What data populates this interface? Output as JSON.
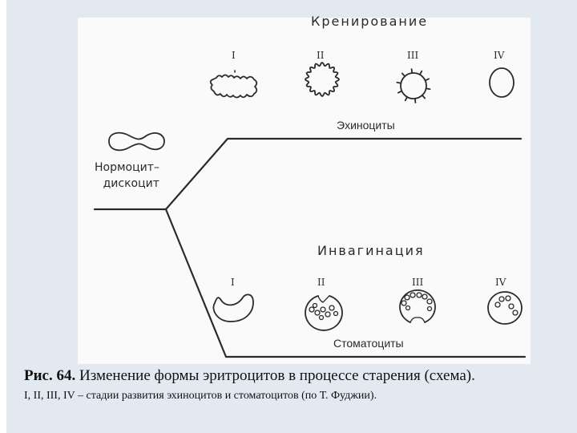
{
  "diagram": {
    "crenation_title": "Кренирование",
    "invagination_title": "Инвагинация",
    "echinocytes_label": "Эхиноциты",
    "stomatocytes_label": "Стоматоциты",
    "normocyte_line1": "Нормоцит–",
    "normocyte_line2": "дискоцит",
    "stage_labels": [
      "I",
      "II",
      "III",
      "IV"
    ]
  },
  "caption": {
    "figure_number": "Рис. 64.",
    "title": "Изменение формы эритроцитов в процессе старения (схема).",
    "legend": "I, II, III, IV – стадии развития эхиноцитов и стоматоцитов (по Т. Фуджии)."
  },
  "colors": {
    "ink": "#2a2a2a",
    "scan_background": "#e2e9f0",
    "paper": "#fafafa"
  }
}
